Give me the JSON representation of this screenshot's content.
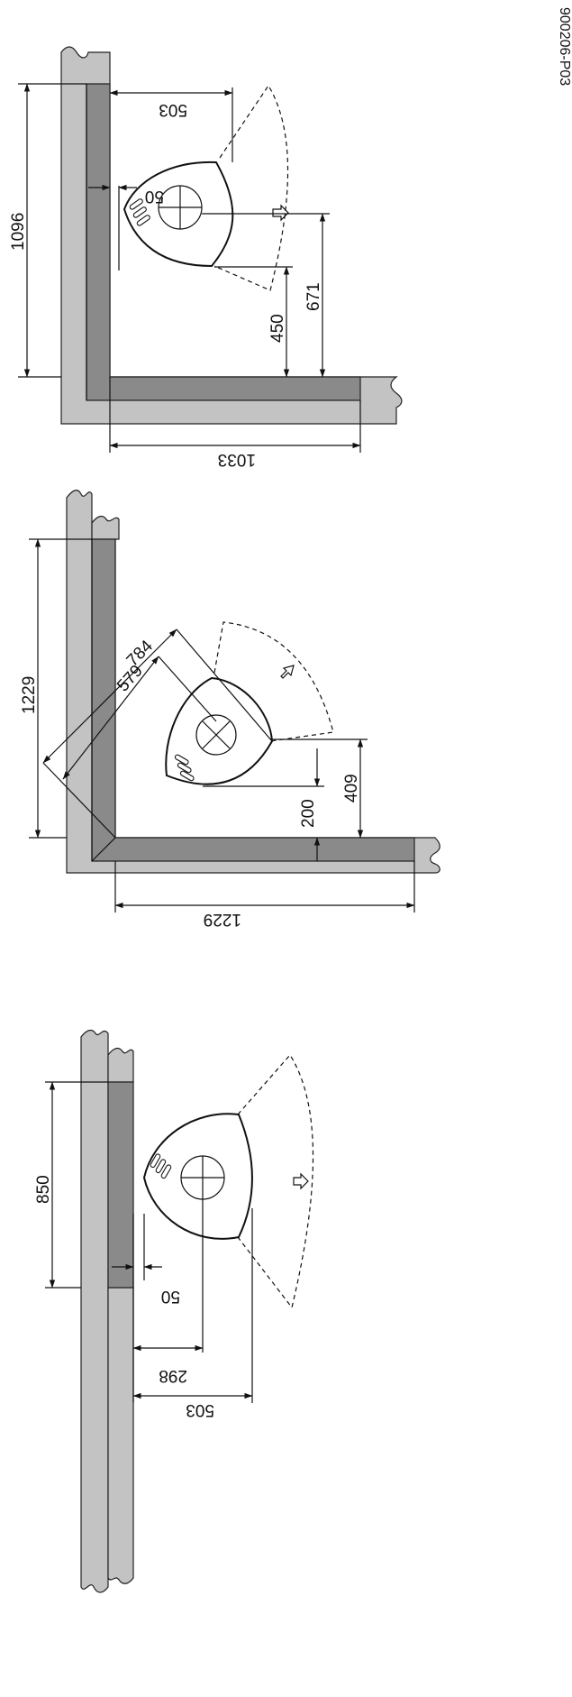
{
  "reference_code": "900206-P03",
  "diagrams": [
    {
      "id": "corner-90",
      "dimensions": {
        "wall_height": "1096",
        "depth_to_center": "503",
        "gap": "50",
        "front_distance": "450",
        "center_distance": "671",
        "wall_width": "1033"
      }
    },
    {
      "id": "corner-45",
      "dimensions": {
        "wall_height": "1229",
        "diag_outer": "784",
        "diag_inner": "579",
        "front_distance": "200",
        "center_distance": "409",
        "wall_width": "1229"
      }
    },
    {
      "id": "straight-wall",
      "dimensions": {
        "wall_height": "850",
        "gap": "50",
        "center_depth": "298",
        "front_depth": "503"
      }
    }
  ],
  "colors": {
    "wall_outer": "#c3c3c3",
    "wall_inner": "#8a8a8a",
    "line": "#111111"
  }
}
